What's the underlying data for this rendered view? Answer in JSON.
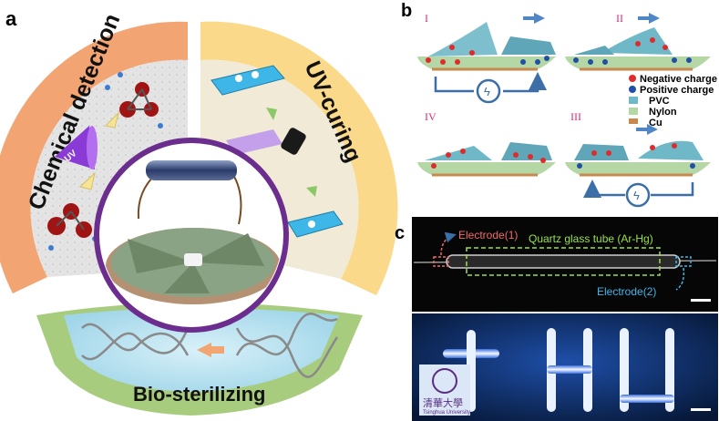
{
  "panels": {
    "a": {
      "label": "a",
      "sectors": {
        "chemical": "Chemical detection",
        "uv": "UV-curing",
        "bio": "Bio-sterilizing"
      },
      "cone_text": "UV"
    },
    "b": {
      "label": "b",
      "stages": [
        "I",
        "II",
        "IV",
        "III"
      ],
      "legend": {
        "negative": "Negative charge",
        "positive": "Positive  charge",
        "pvc": "PVC",
        "nylon": "Nylon",
        "cu": "Cu"
      }
    },
    "c": {
      "label": "c",
      "electrode1": "Electrode(1)",
      "electrode2": "Electrode(2)",
      "tube": "Quartz glass tube (Ar-Hg)",
      "logo_text": "清華大學",
      "logo_sub": "Tsinghua University"
    }
  },
  "colors": {
    "chemical_ring": "#f2a472",
    "uv_ring": "#fbd98a",
    "bio_ring": "#a8cc7e",
    "center_ring": "#6b2d8e",
    "negative": "#e02b2b",
    "positive": "#1f4fa8",
    "stage_label": "#d8317a",
    "arrow": "#4f86c6",
    "annot_red": "#f06a6a",
    "annot_green": "#9be04a",
    "annot_cyan": "#3fb6e8",
    "glow": "#a9c8ff"
  }
}
